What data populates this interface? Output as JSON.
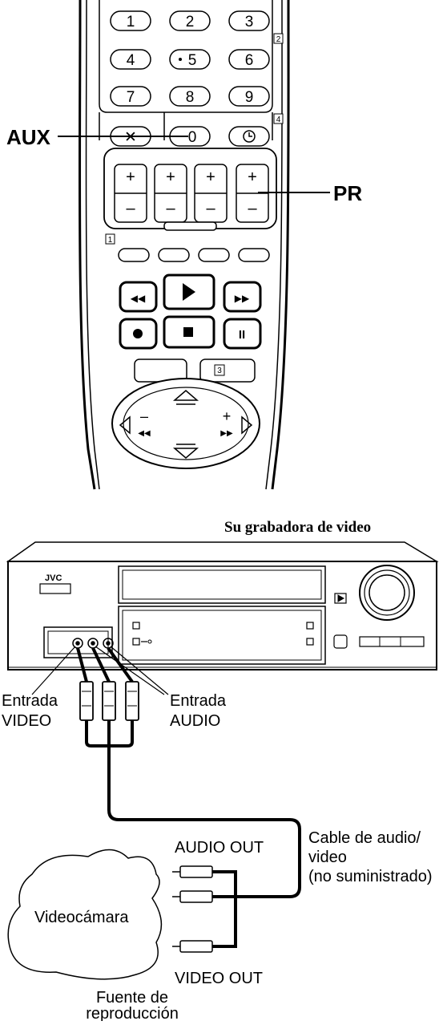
{
  "remote": {
    "number_keys": [
      "1",
      "2",
      "3",
      "4",
      "5",
      "6",
      "7",
      "8",
      "9"
    ],
    "key_clear": "✕",
    "key_zero": "0",
    "key_timer": "◷",
    "page_markers": [
      "2",
      "4",
      "1",
      "3"
    ],
    "aux_label": "AUX",
    "pr_label": "PR",
    "plus_sign": "+",
    "minus_sign": "–"
  },
  "vcr": {
    "title": "Su grabadora de video",
    "brand": "JVC",
    "input_video_label": [
      "Entrada",
      "VIDEO"
    ],
    "input_audio_label": [
      "Entrada",
      "AUDIO"
    ]
  },
  "cable": {
    "label": [
      "Cable de audio/",
      "video",
      "(no suministrado)"
    ],
    "audio_out": "AUDIO OUT",
    "video_out": "VIDEO OUT"
  },
  "camcorder": {
    "label": "Videocámara",
    "source_label": [
      "Fuente de",
      "reproducción"
    ]
  }
}
